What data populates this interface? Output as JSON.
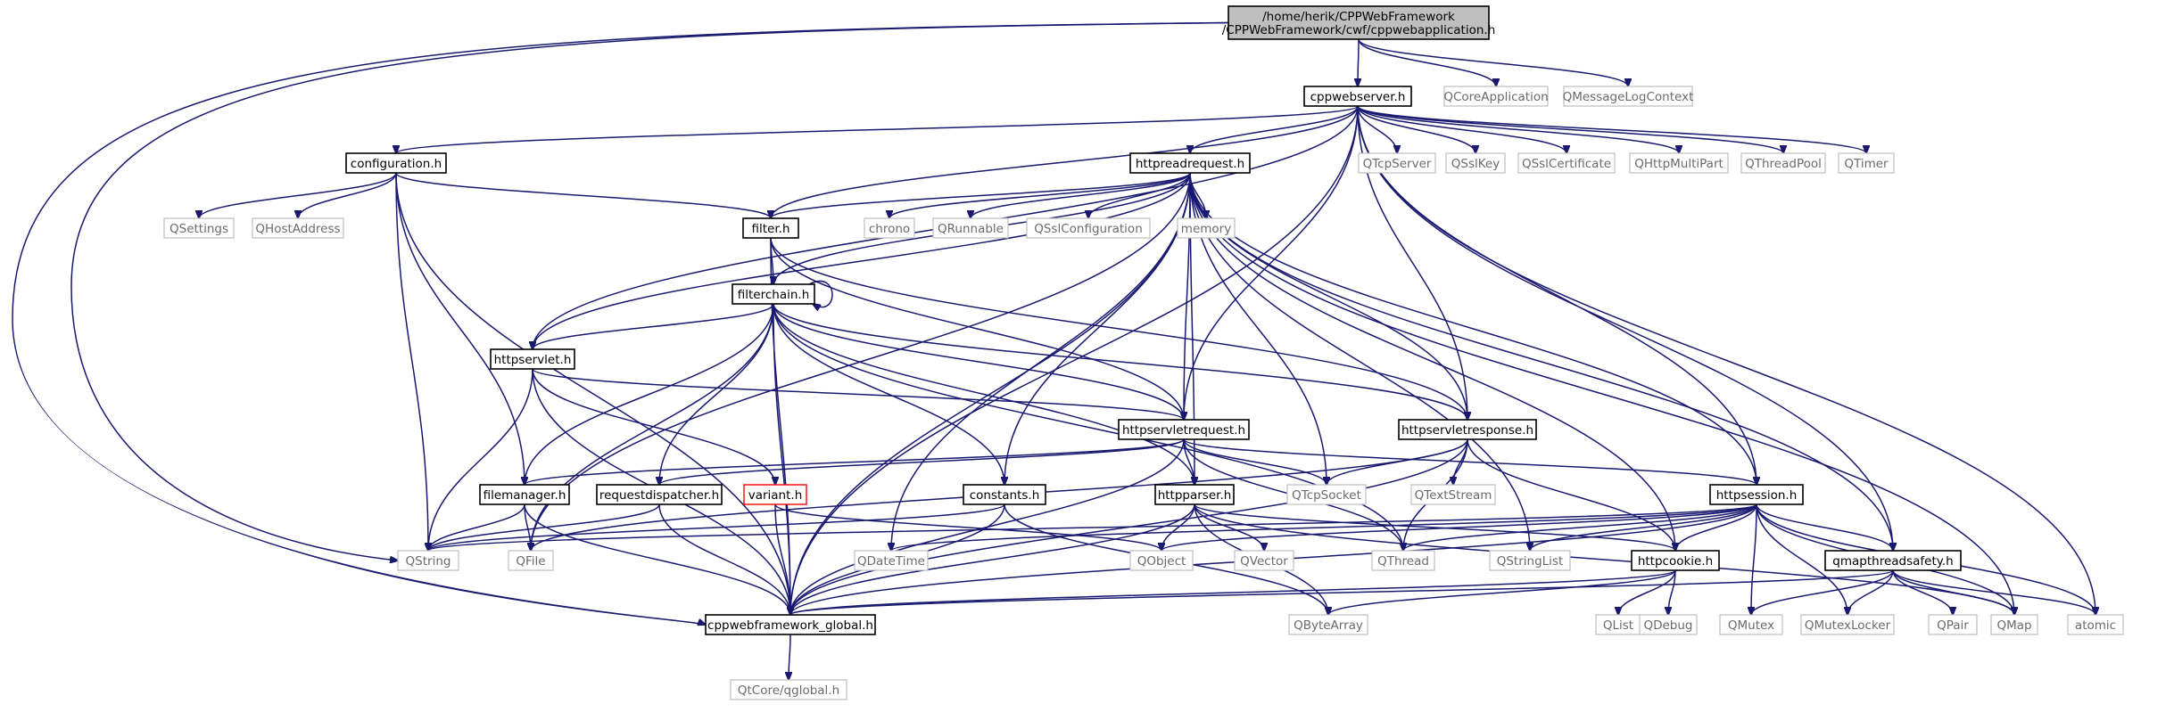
{
  "diagram": {
    "type": "include-dependency-graph",
    "colors": {
      "root_fill": "#bfbfbf",
      "node_border": "#000000",
      "external_border": "#bfbfbf",
      "external_text": "#6b6b6b",
      "missing_border": "#ff0000",
      "edge": "#191970"
    },
    "nodes": [
      {
        "id": "root",
        "lines": [
          "/home/herik/CPPWebFramework",
          "/CPPWebFramework/cwf/cppwebapplication.h"
        ],
        "kind": "root"
      },
      {
        "id": "cppwebserver",
        "lines": [
          "cppwebserver.h"
        ],
        "kind": "file"
      },
      {
        "id": "qcoreapplication",
        "lines": [
          "QCoreApplication"
        ],
        "kind": "ext"
      },
      {
        "id": "qmessagelogcontext",
        "lines": [
          "QMessageLogContext"
        ],
        "kind": "ext"
      },
      {
        "id": "configuration",
        "lines": [
          "configuration.h"
        ],
        "kind": "file"
      },
      {
        "id": "httpreadrequest",
        "lines": [
          "httpreadrequest.h"
        ],
        "kind": "file"
      },
      {
        "id": "qtcpserver",
        "lines": [
          "QTcpServer"
        ],
        "kind": "ext"
      },
      {
        "id": "qsslkey",
        "lines": [
          "QSslKey"
        ],
        "kind": "ext"
      },
      {
        "id": "qsslcertificate",
        "lines": [
          "QSslCertificate"
        ],
        "kind": "ext"
      },
      {
        "id": "qhttpmultipart",
        "lines": [
          "QHttpMultiPart"
        ],
        "kind": "ext"
      },
      {
        "id": "qthreadpool",
        "lines": [
          "QThreadPool"
        ],
        "kind": "ext"
      },
      {
        "id": "qtimer",
        "lines": [
          "QTimer"
        ],
        "kind": "ext"
      },
      {
        "id": "qsettings",
        "lines": [
          "QSettings"
        ],
        "kind": "ext"
      },
      {
        "id": "qhostaddress",
        "lines": [
          "QHostAddress"
        ],
        "kind": "ext"
      },
      {
        "id": "filter",
        "lines": [
          "filter.h"
        ],
        "kind": "file"
      },
      {
        "id": "chrono",
        "lines": [
          "chrono"
        ],
        "kind": "ext"
      },
      {
        "id": "qrunnable",
        "lines": [
          "QRunnable"
        ],
        "kind": "ext"
      },
      {
        "id": "qsslconfiguration",
        "lines": [
          "QSslConfiguration"
        ],
        "kind": "ext"
      },
      {
        "id": "memory",
        "lines": [
          "memory"
        ],
        "kind": "ext"
      },
      {
        "id": "filterchain",
        "lines": [
          "filterchain.h"
        ],
        "kind": "file"
      },
      {
        "id": "httpservlet",
        "lines": [
          "httpservlet.h"
        ],
        "kind": "file"
      },
      {
        "id": "httpservletresponse",
        "lines": [
          "httpservletresponse.h"
        ],
        "kind": "file"
      },
      {
        "id": "httpservletrequest",
        "lines": [
          "httpservletrequest.h"
        ],
        "kind": "file"
      },
      {
        "id": "qtcpsocket",
        "lines": [
          "QTcpSocket"
        ],
        "kind": "ext"
      },
      {
        "id": "qtextstream",
        "lines": [
          "QTextStream"
        ],
        "kind": "ext"
      },
      {
        "id": "httpsession",
        "lines": [
          "httpsession.h"
        ],
        "kind": "file"
      },
      {
        "id": "filemanager",
        "lines": [
          "filemanager.h"
        ],
        "kind": "file"
      },
      {
        "id": "requestdispatcher",
        "lines": [
          "requestdispatcher.h"
        ],
        "kind": "file"
      },
      {
        "id": "variant",
        "lines": [
          "variant.h"
        ],
        "kind": "missing"
      },
      {
        "id": "constants",
        "lines": [
          "constants.h"
        ],
        "kind": "file"
      },
      {
        "id": "httpparser",
        "lines": [
          "httpparser.h"
        ],
        "kind": "file"
      },
      {
        "id": "qstring",
        "lines": [
          "QString"
        ],
        "kind": "ext"
      },
      {
        "id": "qfile",
        "lines": [
          "QFile"
        ],
        "kind": "ext"
      },
      {
        "id": "qdatetime",
        "lines": [
          "QDateTime"
        ],
        "kind": "ext"
      },
      {
        "id": "qobject",
        "lines": [
          "QObject"
        ],
        "kind": "ext"
      },
      {
        "id": "qvector",
        "lines": [
          "QVector"
        ],
        "kind": "ext"
      },
      {
        "id": "qthread",
        "lines": [
          "QThread"
        ],
        "kind": "ext"
      },
      {
        "id": "qstringlist",
        "lines": [
          "QStringList"
        ],
        "kind": "ext"
      },
      {
        "id": "httpcookie",
        "lines": [
          "httpcookie.h"
        ],
        "kind": "file"
      },
      {
        "id": "qmapthreadsafety",
        "lines": [
          "qmapthreadsafety.h"
        ],
        "kind": "file"
      },
      {
        "id": "cppwebframework_global",
        "lines": [
          "cppwebframework_global.h"
        ],
        "kind": "file"
      },
      {
        "id": "qbytearray",
        "lines": [
          "QByteArray"
        ],
        "kind": "ext"
      },
      {
        "id": "qlist",
        "lines": [
          "QList"
        ],
        "kind": "ext"
      },
      {
        "id": "qdebug",
        "lines": [
          "QDebug"
        ],
        "kind": "ext"
      },
      {
        "id": "qmutex",
        "lines": [
          "QMutex"
        ],
        "kind": "ext"
      },
      {
        "id": "qmutexlocker",
        "lines": [
          "QMutexLocker"
        ],
        "kind": "ext"
      },
      {
        "id": "qpair",
        "lines": [
          "QPair"
        ],
        "kind": "ext"
      },
      {
        "id": "qmap",
        "lines": [
          "QMap"
        ],
        "kind": "ext"
      },
      {
        "id": "atomic",
        "lines": [
          "atomic"
        ],
        "kind": "ext"
      },
      {
        "id": "qglobal",
        "lines": [
          "QtCore/qglobal.h"
        ],
        "kind": "ext"
      }
    ],
    "edges": [
      [
        "root",
        "cppwebserver"
      ],
      [
        "root",
        "qcoreapplication"
      ],
      [
        "root",
        "qmessagelogcontext"
      ],
      [
        "root",
        "qstring"
      ],
      [
        "root",
        "cppwebframework_global"
      ],
      [
        "cppwebserver",
        "configuration"
      ],
      [
        "cppwebserver",
        "httpreadrequest"
      ],
      [
        "cppwebserver",
        "qtcpserver"
      ],
      [
        "cppwebserver",
        "qsslkey"
      ],
      [
        "cppwebserver",
        "qsslcertificate"
      ],
      [
        "cppwebserver",
        "qhttpmultipart"
      ],
      [
        "cppwebserver",
        "qthreadpool"
      ],
      [
        "cppwebserver",
        "qtimer"
      ],
      [
        "cppwebserver",
        "filter"
      ],
      [
        "cppwebserver",
        "httpservlet"
      ],
      [
        "cppwebserver",
        "httpservletrequest"
      ],
      [
        "cppwebserver",
        "httpservletresponse"
      ],
      [
        "cppwebserver",
        "httpsession"
      ],
      [
        "cppwebserver",
        "qmapthreadsafety"
      ],
      [
        "cppwebserver",
        "atomic"
      ],
      [
        "cppwebserver",
        "cppwebframework_global"
      ],
      [
        "configuration",
        "qsettings"
      ],
      [
        "configuration",
        "qhostaddress"
      ],
      [
        "configuration",
        "filter"
      ],
      [
        "configuration",
        "filemanager"
      ],
      [
        "configuration",
        "qstring"
      ],
      [
        "configuration",
        "cppwebframework_global"
      ],
      [
        "httpreadrequest",
        "filter"
      ],
      [
        "httpreadrequest",
        "chrono"
      ],
      [
        "httpreadrequest",
        "qrunnable"
      ],
      [
        "httpreadrequest",
        "qsslconfiguration"
      ],
      [
        "httpreadrequest",
        "memory"
      ],
      [
        "httpreadrequest",
        "filterchain"
      ],
      [
        "httpreadrequest",
        "httpservlet"
      ],
      [
        "httpreadrequest",
        "constants"
      ],
      [
        "httpreadrequest",
        "httpservletrequest"
      ],
      [
        "httpreadrequest",
        "httpservletresponse"
      ],
      [
        "httpreadrequest",
        "httpparser"
      ],
      [
        "httpreadrequest",
        "httpsession"
      ],
      [
        "httpreadrequest",
        "httpcookie"
      ],
      [
        "httpreadrequest",
        "qmapthreadsafety"
      ],
      [
        "httpreadrequest",
        "qmap"
      ],
      [
        "httpreadrequest",
        "qtcpsocket"
      ],
      [
        "httpreadrequest",
        "qstringlist"
      ],
      [
        "httpreadrequest",
        "qdatetime"
      ],
      [
        "httpreadrequest",
        "qfile"
      ],
      [
        "httpreadrequest",
        "cppwebframework_global"
      ],
      [
        "filter",
        "filterchain"
      ],
      [
        "filter",
        "httpservletrequest"
      ],
      [
        "filter",
        "httpservletresponse"
      ],
      [
        "filter",
        "cppwebframework_global"
      ],
      [
        "filterchain",
        "filterchain"
      ],
      [
        "filterchain",
        "httpservlet"
      ],
      [
        "filterchain",
        "httpservletrequest"
      ],
      [
        "filterchain",
        "httpservletresponse"
      ],
      [
        "filterchain",
        "filemanager"
      ],
      [
        "filterchain",
        "requestdispatcher"
      ],
      [
        "filterchain",
        "constants"
      ],
      [
        "filterchain",
        "httpparser"
      ],
      [
        "filterchain",
        "qthread"
      ],
      [
        "filterchain",
        "qfile"
      ],
      [
        "filterchain",
        "cppwebframework_global"
      ],
      [
        "httpservlet",
        "httpservletrequest"
      ],
      [
        "httpservlet",
        "variant"
      ],
      [
        "httpservlet",
        "qstring"
      ],
      [
        "httpservlet",
        "cppwebframework_global"
      ],
      [
        "httpservletrequest",
        "filemanager"
      ],
      [
        "httpservletrequest",
        "requestdispatcher"
      ],
      [
        "httpservletrequest",
        "httpparser"
      ],
      [
        "httpservletrequest",
        "httpsession"
      ],
      [
        "httpservletrequest",
        "qtcpsocket"
      ],
      [
        "httpservletrequest",
        "qthread"
      ],
      [
        "httpservletrequest",
        "cppwebframework_global"
      ],
      [
        "httpservletresponse",
        "qtcpsocket"
      ],
      [
        "httpservletresponse",
        "qtextstream"
      ],
      [
        "httpservletresponse",
        "qthread"
      ],
      [
        "httpservletresponse",
        "httpcookie"
      ],
      [
        "httpservletresponse",
        "qfile"
      ],
      [
        "httpservletresponse",
        "cppwebframework_global"
      ],
      [
        "filemanager",
        "qstring"
      ],
      [
        "filemanager",
        "qfile"
      ],
      [
        "filemanager",
        "cppwebframework_global"
      ],
      [
        "requestdispatcher",
        "qstring"
      ],
      [
        "requestdispatcher",
        "cppwebframework_global"
      ],
      [
        "variant",
        "qobject"
      ],
      [
        "variant",
        "cppwebframework_global"
      ],
      [
        "constants",
        "qstring"
      ],
      [
        "constants",
        "qbytearray"
      ],
      [
        "constants",
        "cppwebframework_global"
      ],
      [
        "httpparser",
        "qobject"
      ],
      [
        "httpparser",
        "qvector"
      ],
      [
        "httpparser",
        "qbytearray"
      ],
      [
        "httpparser",
        "httpcookie"
      ],
      [
        "httpparser",
        "qmap"
      ],
      [
        "httpparser",
        "cppwebframework_global"
      ],
      [
        "httpsession",
        "qdatetime"
      ],
      [
        "httpsession",
        "qobject"
      ],
      [
        "httpsession",
        "qthread"
      ],
      [
        "httpsession",
        "qstringlist"
      ],
      [
        "httpsession",
        "qstring"
      ],
      [
        "httpsession",
        "httpcookie"
      ],
      [
        "httpsession",
        "qmapthreadsafety"
      ],
      [
        "httpsession",
        "qmutex"
      ],
      [
        "httpsession",
        "qmutexlocker"
      ],
      [
        "httpsession",
        "qmap"
      ],
      [
        "httpsession",
        "atomic"
      ],
      [
        "httpsession",
        "cppwebframework_global"
      ],
      [
        "httpcookie",
        "qlist"
      ],
      [
        "httpcookie",
        "qdebug"
      ],
      [
        "httpcookie",
        "qbytearray"
      ],
      [
        "httpcookie",
        "cppwebframework_global"
      ],
      [
        "qmapthreadsafety",
        "qmutex"
      ],
      [
        "qmapthreadsafety",
        "qmutexlocker"
      ],
      [
        "qmapthreadsafety",
        "qpair"
      ],
      [
        "qmapthreadsafety",
        "qmap"
      ],
      [
        "qmapthreadsafety",
        "atomic"
      ],
      [
        "qmapthreadsafety",
        "cppwebframework_global"
      ],
      [
        "cppwebframework_global",
        "qglobal"
      ]
    ]
  }
}
